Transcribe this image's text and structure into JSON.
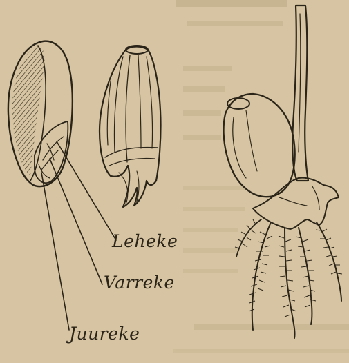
{
  "labels": {
    "leaf": "Leheke",
    "stem": "Varreke",
    "root": "Juureke"
  },
  "colors": {
    "paper": "#d6c4a2",
    "ink": "#2b2418"
  },
  "icons": [
    "seed-section-drawing",
    "husked-seed-drawing",
    "germinating-seedling-drawing"
  ]
}
